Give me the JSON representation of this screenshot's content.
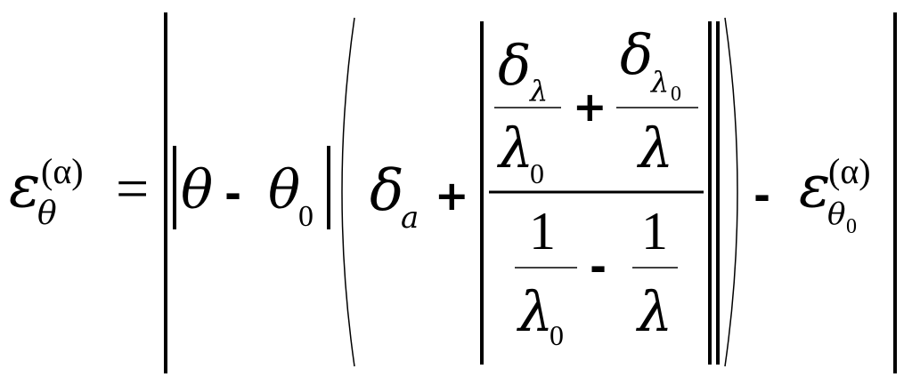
{
  "formula": {
    "lhs": {
      "base": "ε",
      "sub": "θ",
      "sup": "(α)"
    },
    "equals": "=",
    "diff": {
      "a": "θ",
      "minus": "-",
      "b": "θ",
      "b_sub": "0"
    },
    "delta_a": {
      "base": "δ",
      "sub": "a"
    },
    "plus": "+",
    "numerator": {
      "t1_num_base": "δ",
      "t1_num_sub": "λ",
      "t1_den_base": "λ",
      "t1_den_sub": "0",
      "plus": "+",
      "t2_num_base": "δ",
      "t2_num_sub": "λ",
      "t2_num_subsub": "0",
      "t2_den_base": "λ"
    },
    "denominator": {
      "t1_num": "1",
      "t1_den_base": "λ",
      "t1_den_sub": "0",
      "minus": "-",
      "t2_num": "1",
      "t2_den_base": "λ"
    },
    "tail": {
      "minus": "-",
      "base": "ε",
      "sub": "θ",
      "sub_sub": "0",
      "sup": "(α)"
    }
  }
}
